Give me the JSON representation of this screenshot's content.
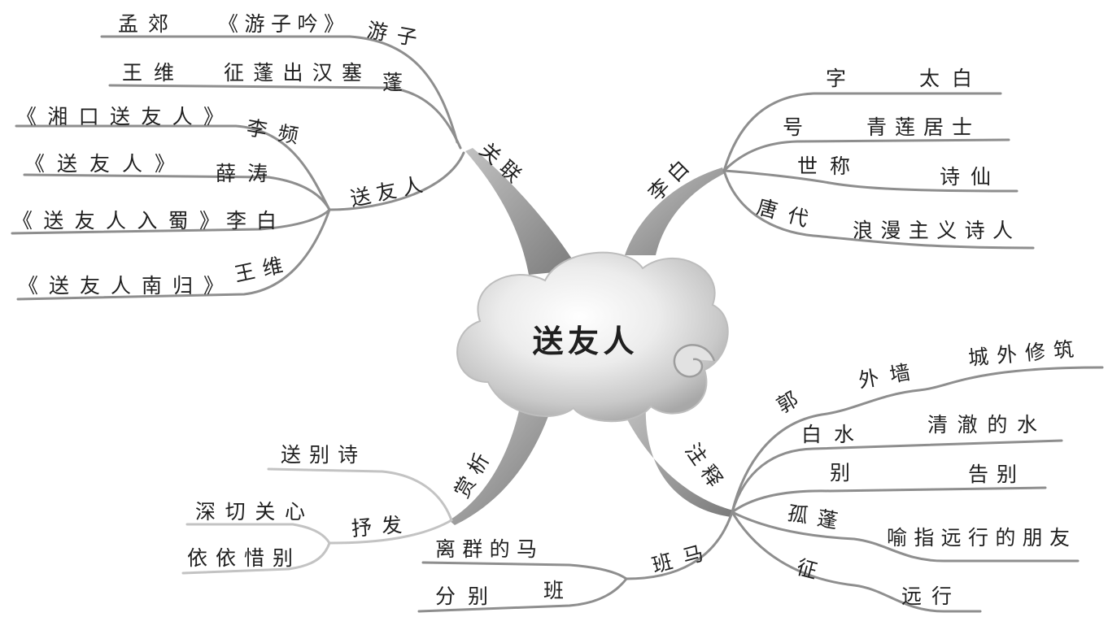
{
  "colors": {
    "text": "#1f1f1f",
    "line": "#8e8e8e",
    "line_light": "#c3c3c3",
    "branch_light": "#c2c2c2",
    "branch_dark": "#7a7a7a",
    "cloud_light": "#ffffff",
    "cloud_dark": "#a8a8a8"
  },
  "center": {
    "title": "送友人"
  },
  "branches": {
    "guanlian": {
      "label": "关联",
      "youzi": {
        "label": "游子",
        "author": "孟郊",
        "work": "《游子吟》"
      },
      "peng": {
        "label": "蓬",
        "author": "王维",
        "line": "征蓬出汉塞"
      },
      "songyouren": {
        "label": "送友人",
        "items": [
          {
            "author": "李频",
            "work": "《湘口送友人》"
          },
          {
            "author": "薛涛",
            "work": "《送友人》"
          },
          {
            "author": "李白",
            "work": "《送友人入蜀》"
          },
          {
            "author": "王维",
            "work": "《送友人南归》"
          }
        ]
      }
    },
    "libai": {
      "label": "李白",
      "items": [
        {
          "key": "字",
          "value": "太白"
        },
        {
          "key": "号",
          "value": "青莲居士"
        },
        {
          "key": "世称",
          "value": "诗仙"
        },
        {
          "key": "唐代",
          "value": "浪漫主义诗人"
        }
      ]
    },
    "zhushi": {
      "label": "注释",
      "guo": {
        "label": "郭",
        "key": "外墙",
        "value": "城外修筑"
      },
      "items": [
        {
          "key": "白水",
          "value": "清澈的水"
        },
        {
          "key": "别",
          "value": "告别"
        },
        {
          "key": "孤蓬",
          "value": "喻指远行的朋友"
        },
        {
          "key": "征",
          "value": "远行"
        }
      ],
      "banma": {
        "label": "班马",
        "meaning": "离群的马",
        "ban_meaning": "分别",
        "ban_char": "班"
      }
    },
    "shangxi": {
      "label": "赏析",
      "genre": "送别诗",
      "shufa": {
        "label": "抒发",
        "items": [
          "深切关心",
          "依依惜别"
        ]
      }
    }
  }
}
